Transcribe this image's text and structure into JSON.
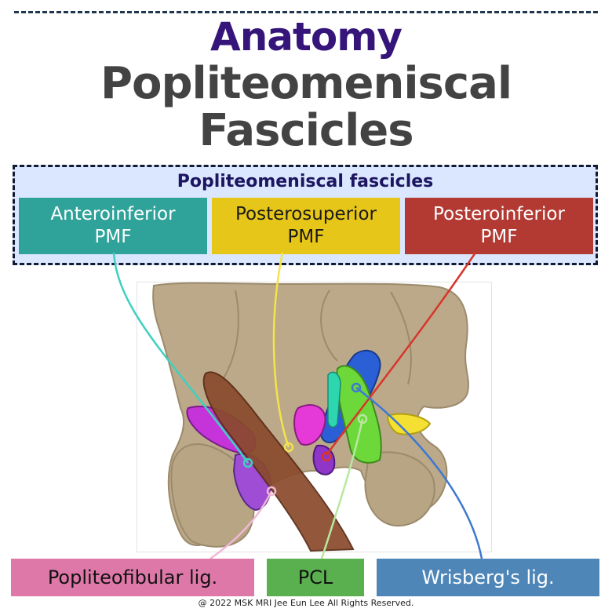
{
  "title": {
    "line1": "Anatomy",
    "line2": "Popliteomeniscal",
    "line3": "Fascicles"
  },
  "group": {
    "title": "Popliteomeniscal fascicles",
    "items": [
      {
        "label": "Anteroinferior\nPMF",
        "color": "#2fa39a",
        "text_color": "#ffffff"
      },
      {
        "label": "Posterosuperior\nPMF",
        "color": "#e6c619",
        "text_color": "#1a1a1a"
      },
      {
        "label": "Posteroinferior\nPMF",
        "color": "#b23a33",
        "text_color": "#ffffff"
      }
    ]
  },
  "bottom_labels": [
    {
      "label": "Popliteofibular lig.",
      "color": "#dd78a8",
      "text_color": "#111111"
    },
    {
      "label": "PCL",
      "color": "#5ab04f",
      "text_color": "#111111"
    },
    {
      "label": "Wrisberg's lig.",
      "color": "#4f86b8",
      "text_color": "#ffffff"
    }
  ],
  "leader_colors": {
    "anteroinferior": "#3fd0c0",
    "posterosuperior": "#f2e44a",
    "posteroinferior": "#d8352a",
    "popliteofibular": "#f0b8d6",
    "pcl": "#b8e8a0",
    "wrisberg": "#3f78d0"
  },
  "copyright": "@ 2022 MSK MRI Jee Eun Lee All Rights Reserved."
}
